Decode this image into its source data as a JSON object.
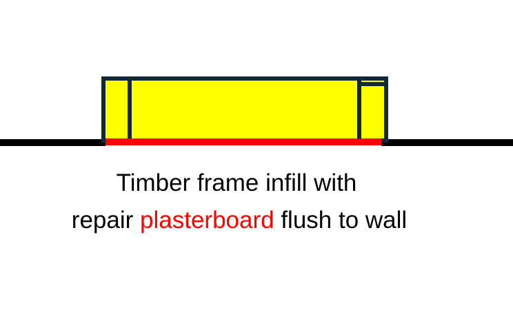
{
  "colors": {
    "wall": "#000000",
    "timber_fill": "#ffff00",
    "timber_outline": "#0f2a36",
    "plasterboard": "#ff0000",
    "text": "#000000",
    "highlight": "#ff0000"
  },
  "caption": {
    "line1": "Timber frame infill with",
    "line2_before": "repair ",
    "line2_highlight": "plasterboard",
    "line2_after": " flush to wall"
  }
}
